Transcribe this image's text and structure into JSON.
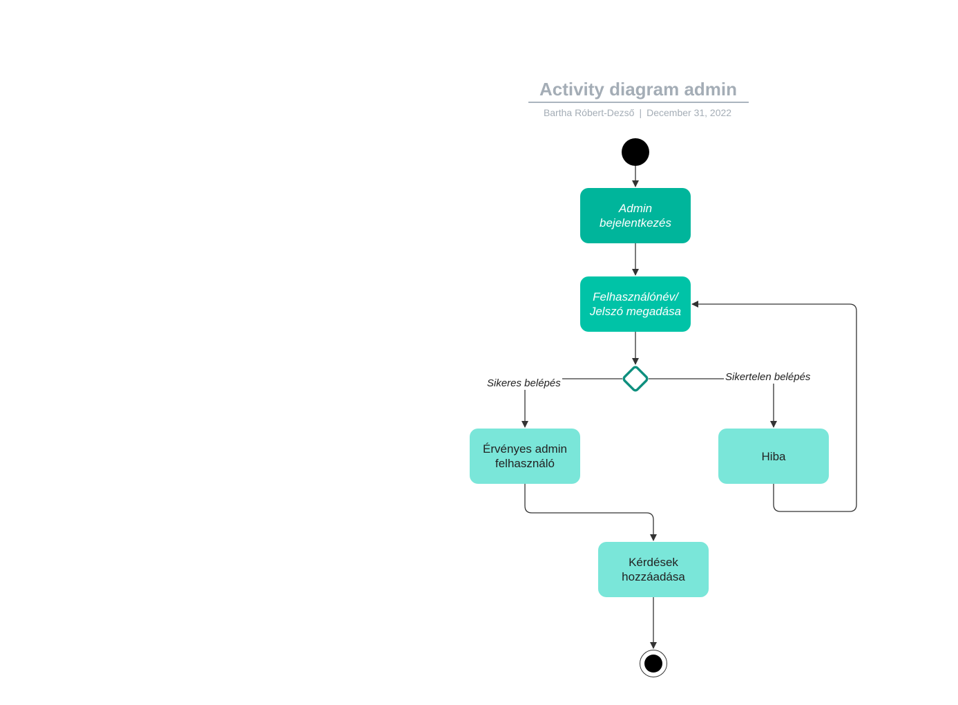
{
  "header": {
    "title": "Activity diagram admin",
    "author": "Bartha Róbert-Dezső",
    "separator": "|",
    "date": "December 31, 2022"
  },
  "nodes": {
    "admin_login": "Admin bejelentkezés",
    "credentials": "Felhasználónév/ Jelszó megadása",
    "valid_admin": "Érvényes admin felhasználó",
    "error": "Hiba",
    "add_questions": "Kérdések hozzáadása"
  },
  "guards": {
    "success": "Sikeres belépés",
    "failure": "Sikertelen belépés"
  },
  "colors": {
    "node_dark": "#00b59b",
    "node_mid": "#00c3a7",
    "node_light": "#7ae6d9",
    "decision_stroke": "#0e8f7e",
    "edge": "#333333",
    "title": "#a4adb6"
  }
}
